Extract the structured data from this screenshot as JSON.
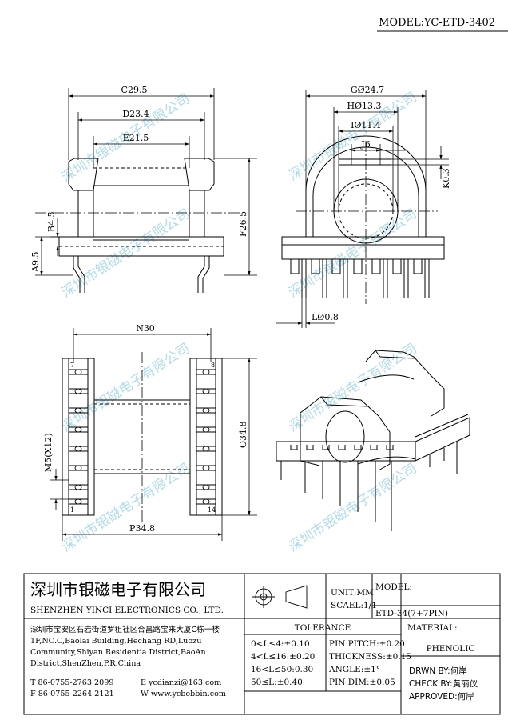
{
  "header": {
    "model": "MODEL:YC-ETD-3402"
  },
  "watermark": {
    "text": "深圳市银磁电子有限公司"
  },
  "dimensions": {
    "c": "C29.5",
    "d": "D23.4",
    "e": "E21.5",
    "b": "B4.5",
    "a": "A9.5",
    "f": "F26.5",
    "g": "GØ24.7",
    "h": "HØ13.3",
    "i": "IØ11.4",
    "j": "J6",
    "k": "K0.3",
    "l": "LØ0.8",
    "n": "N30",
    "m": "M5(X12)",
    "o": "O34.8",
    "p": "P34.8"
  },
  "pins": {
    "top_left": "7",
    "top_right": "8",
    "bottom_left": "1",
    "bottom_right": "14"
  },
  "title_block": {
    "company_cn": "深圳市银磁电子有限公司",
    "company_en": "SHENZHEN YINCI ELECTRONICS CO., LTD.",
    "address": [
      "深圳市宝安区石岩街道罗租社区合昌路宝来大厦C栋一楼",
      "1F,NO.C,Baolai Building,Hechang RD,Luozu",
      "Community,Shiyan Residentia District,BaoAn",
      "District,ShenZhen,P.R.China"
    ],
    "tel": "T 86-0755-2763 2099",
    "fax": "F 86-0755-2264 2121",
    "email": "E ycdianzi@163.com",
    "web": "W www.ycbobbin.com",
    "unit": "UNIT:MM",
    "scale": "SCAEL:1/1",
    "model_label": "MODEL:",
    "model_value": "ETD-34(7+7PIN)",
    "tolerance_title": "TOLERANCE",
    "tolerance_rows": [
      "0<L≤4:±0.10",
      "4<L≤16:±0.20",
      "16<L≤50:0.30",
      "50≤L:±0.40"
    ],
    "pin_tolerances": [
      "PIN PITCH:±0.20",
      "THICKNESS:±0.15",
      "ANGLE:±1°",
      "PIN DIM:±0.05"
    ],
    "material_label": "MATERIAL:",
    "material_value": "PHENOLIC",
    "drawn_by": "DRWN BY:何岸",
    "check_by": "CHECK BY:黄丽仪",
    "approved": "APPROVED:何岸"
  }
}
